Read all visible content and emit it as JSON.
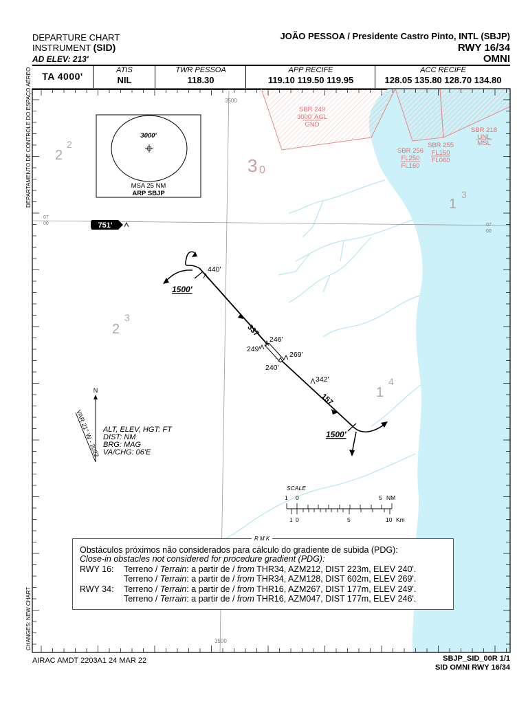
{
  "header": {
    "chart_type_line1": "DEPARTURE CHART",
    "chart_type_line2_prefix": "INSTRUMENT",
    "chart_type_line2_suffix": "(SID)",
    "ad_elev": "AD ELEV: 213'",
    "airport": "JOÃO PESSOA / Presidente Castro Pinto, INTL (SBJP)",
    "runway": "RWY 16/34",
    "procedure": "OMNI"
  },
  "freq_bar": {
    "ta": "TA 4000'",
    "atis": {
      "label": "ATIS",
      "value": "NIL"
    },
    "twr": {
      "label": "TWR PESSOA",
      "value": "118.30"
    },
    "app": {
      "label": "APP RECIFE",
      "value": "119.10 119.50 119.95"
    },
    "acc": {
      "label": "ACC RECIFE",
      "value": "128.05 135.80 128.70 134.80"
    }
  },
  "side_label": "DEPARTAMENTO DE CONTROLE DO ESPAÇO AÉREO",
  "side_label_bottom": "CHANGES: NEW CHART",
  "map": {
    "meridian_label": "35",
    "meridian_minutes": "00",
    "parallel_label": "07",
    "parallel_minutes": "00",
    "grid_letter_2": "2",
    "grid_letter_1": "1",
    "grid_letter_3": "3",
    "grid_letter_4": "4",
    "grid_letter_0": "0",
    "msa": {
      "altitude": "3000'",
      "label": "MSA 25 NM",
      "ref": "ARP SBJP"
    },
    "spot_elevation": "751'",
    "restricted_areas": [
      {
        "name": "SBR 249",
        "upper": "3000' AGL",
        "lower": "GND"
      },
      {
        "name": "SBR 256",
        "upper": "FL250",
        "lower": "FL160"
      },
      {
        "name": "SBR 255",
        "upper": "FL150",
        "lower": "FL060"
      },
      {
        "name": "SBR 218",
        "upper": "UNL",
        "lower": "MSL"
      }
    ],
    "obstacles": [
      "440'",
      "246'",
      "249'",
      "269'",
      "240'",
      "342'"
    ],
    "turn_altitude_north": "1500'",
    "turn_altitude_south": "1500'",
    "track_north": "337",
    "track_south": "157",
    "north_label": "N",
    "variation": "VAR 21° W - 2022",
    "legend": [
      "ALT, ELEV, HGT: FT",
      "DIST: NM",
      "BRG: MAG",
      "VA/CHG: 06'E"
    ],
    "scale": {
      "title": "SCALE",
      "nm_ticks": [
        "1",
        "0",
        "5",
        "NM"
      ],
      "km_ticks": [
        "1",
        "0",
        "5",
        "10",
        "Km"
      ]
    }
  },
  "rmk": {
    "title": "R M K",
    "line1": "Obstáculos próximos não considerados para cálculo do gradiente de subida (PDG):",
    "line2": "Close-in obstacles not considered for procedure gradient (PDG):",
    "rwy16_label": "RWY 16:",
    "rwy34_label": "RWY 34:",
    "rows": [
      {
        "prefix": "Terreno / ",
        "terrain": "Terrain",
        "mid": ": a partir de / ",
        "from": "from",
        "detail": " THR34, AZM212, DIST 223m, ELEV 240'."
      },
      {
        "prefix": "Terreno / ",
        "terrain": "Terrain",
        "mid": ": a partir de / ",
        "from": "from",
        "detail": " THR34, AZM128, DIST 602m, ELEV 269'."
      },
      {
        "prefix": "Terreno / ",
        "terrain": "Terrain",
        "mid": ": a partir de / ",
        "from": "from",
        "detail": " THR16, AZM267, DIST 177m, ELEV 249'."
      },
      {
        "prefix": "Terreno / ",
        "terrain": "Terrain",
        "mid": ": a partir de / ",
        "from": "from",
        "detail": " THR16, AZM047, DIST 177m, ELEV 246'."
      }
    ]
  },
  "footer": {
    "amdt": "AIRAC AMDT 2203A1  24 MAR 22",
    "code": "SBJP_SID_00R 1/1",
    "name": "SID OMNI RWY 16/34"
  },
  "colors": {
    "water": "#ccf1f8",
    "restricted": "#e88787",
    "terrain": "#d09a9a"
  }
}
